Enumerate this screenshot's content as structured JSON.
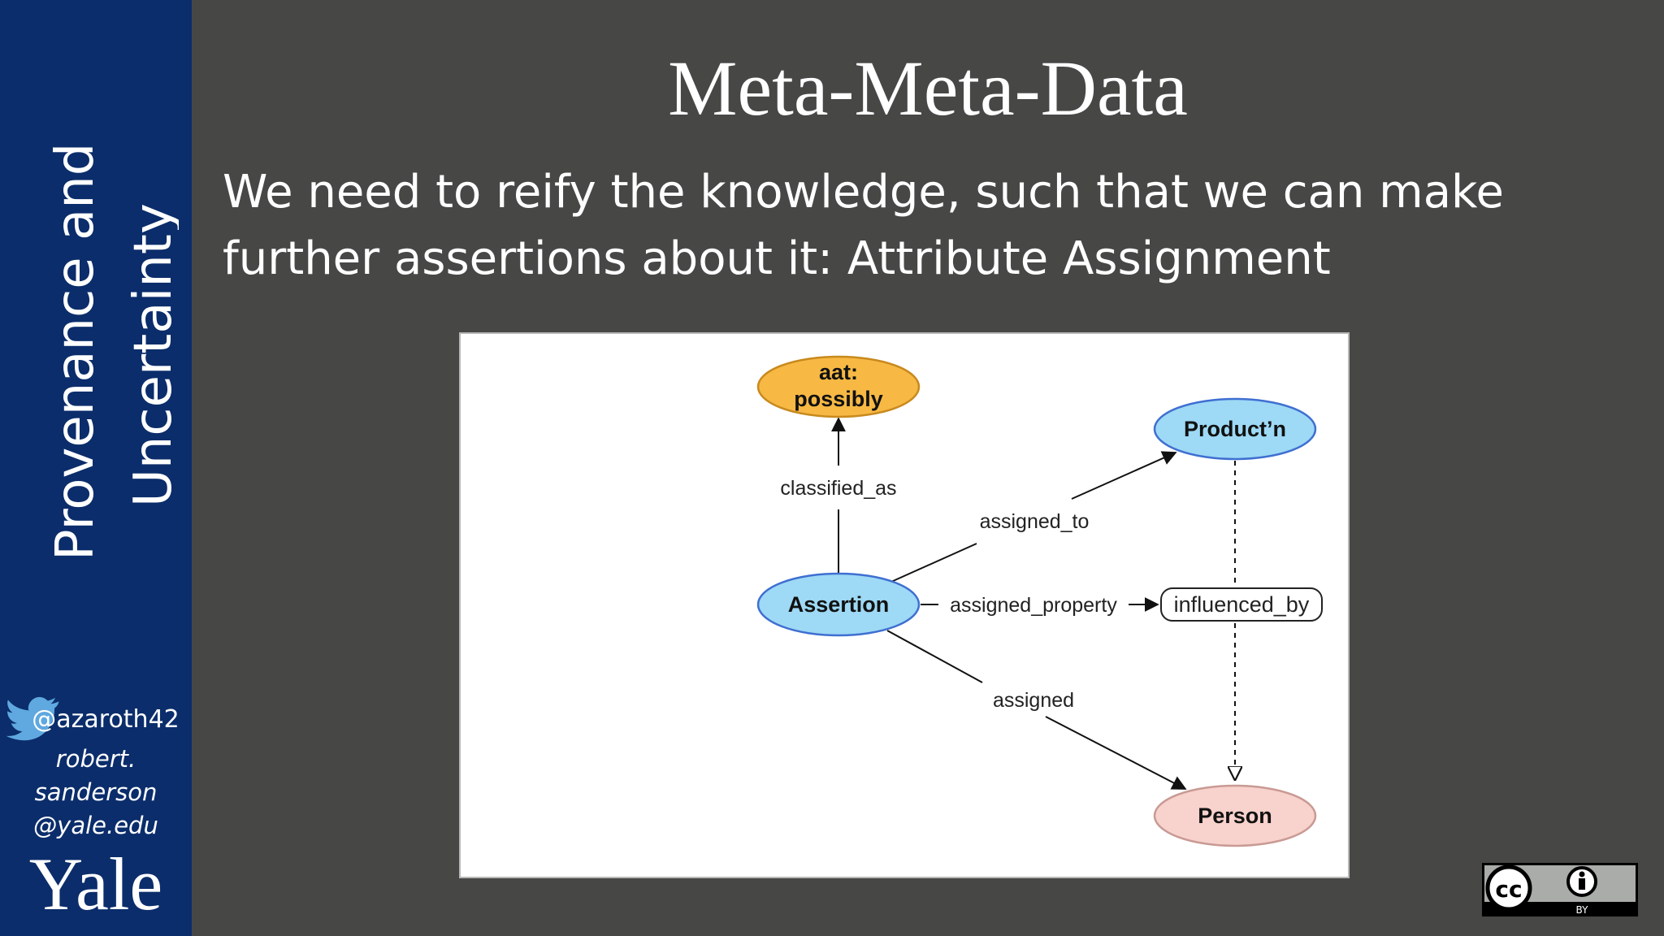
{
  "slide": {
    "title": "Meta-Meta-Data",
    "body": "We need to reify the knowledge, such that we can make further assertions about it:  Attribute Assignment"
  },
  "sidebar": {
    "title_line1": "Provenance and",
    "title_line2": "Uncertainty",
    "twitter_icon": "twitter-bird-icon",
    "handle": "@azaroth42",
    "email_line1": "robert.",
    "email_line2": "sanderson",
    "email_line3": "@yale.edu",
    "logo_text": "Yale"
  },
  "diagram": {
    "nodes": {
      "aat_line1": "aat:",
      "aat_line2": "possibly",
      "production": "Product’n",
      "assertion": "Assertion",
      "influenced_by": "influenced_by",
      "person": "Person"
    },
    "edges": {
      "classified_as": "classified_as",
      "assigned_to": "assigned_to",
      "assigned_property": "assigned_property",
      "assigned": "assigned"
    },
    "colors": {
      "aat": "#f7b944",
      "blue_node": "#9ed9f5",
      "person": "#f8d2cc"
    }
  },
  "license": {
    "icon": "cc-by-icon",
    "label": "BY"
  }
}
